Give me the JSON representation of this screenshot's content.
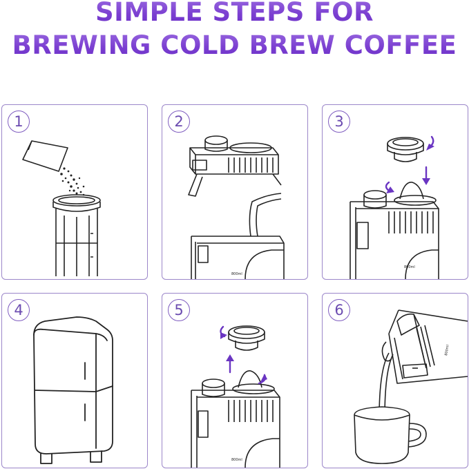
{
  "title": {
    "line1": "SIMPLE STEPS FOR",
    "line2": "BREWING COLD BREW COFFEE"
  },
  "steps": [
    {
      "number": "1",
      "icon": "coffee-grounds-pour-icon"
    },
    {
      "number": "2",
      "icon": "water-pour-icon"
    },
    {
      "number": "3",
      "icon": "lid-close-icon"
    },
    {
      "number": "4",
      "icon": "refrigerator-icon"
    },
    {
      "number": "5",
      "icon": "lid-open-icon"
    },
    {
      "number": "6",
      "icon": "pour-into-cup-icon"
    }
  ],
  "bottle_label": "800ml",
  "colors": {
    "accent": "#7b3fd1",
    "panel_border": "#9b86c9",
    "line_art": "#222222"
  }
}
